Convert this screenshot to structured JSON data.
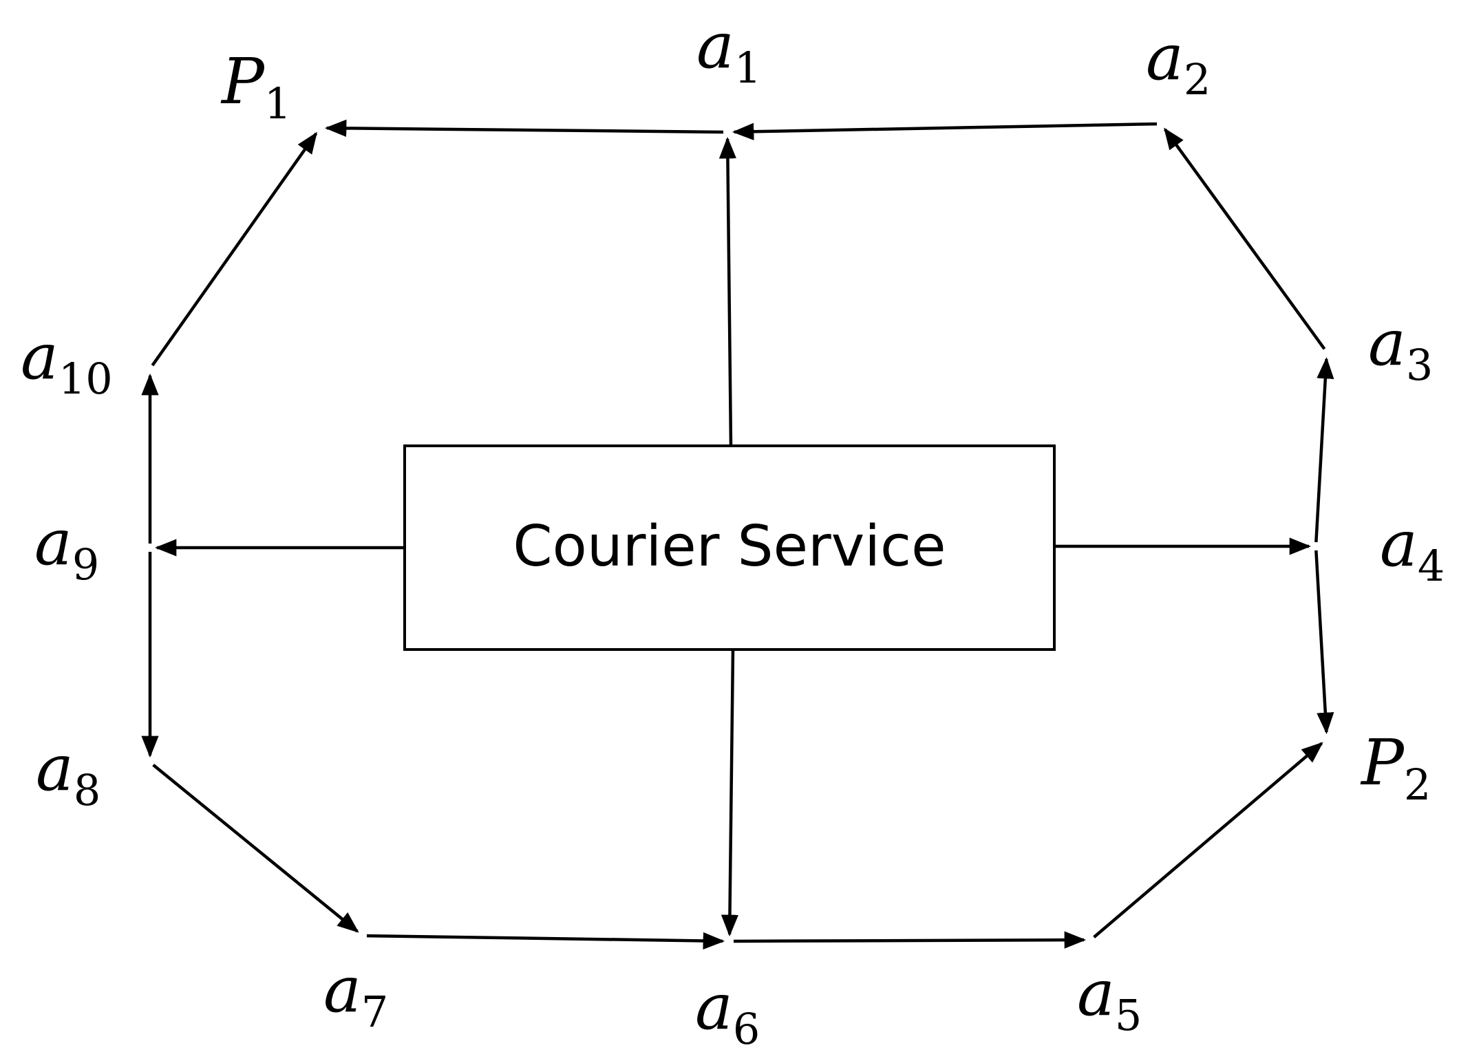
{
  "box": {
    "label": "Courier Service"
  },
  "nodes": [
    {
      "id": "P1",
      "main": "P",
      "sub": "1"
    },
    {
      "id": "a1",
      "main": "a",
      "sub": "1"
    },
    {
      "id": "a2",
      "main": "a",
      "sub": "2"
    },
    {
      "id": "a3",
      "main": "a",
      "sub": "3"
    },
    {
      "id": "a4",
      "main": "a",
      "sub": "4"
    },
    {
      "id": "P2",
      "main": "P",
      "sub": "2"
    },
    {
      "id": "a5",
      "main": "a",
      "sub": "5"
    },
    {
      "id": "a6",
      "main": "a",
      "sub": "6"
    },
    {
      "id": "a7",
      "main": "a",
      "sub": "7"
    },
    {
      "id": "a8",
      "main": "a",
      "sub": "8"
    },
    {
      "id": "a9",
      "main": "a",
      "sub": "9"
    },
    {
      "id": "a10",
      "main": "a",
      "sub": "10"
    }
  ],
  "edges": [
    {
      "from": "a1",
      "to": "P1"
    },
    {
      "from": "a2",
      "to": "a1"
    },
    {
      "from": "a3",
      "to": "a2"
    },
    {
      "from": "a4",
      "to": "a3"
    },
    {
      "from": "a4",
      "to": "P2"
    },
    {
      "from": "a5",
      "to": "P2"
    },
    {
      "from": "a6",
      "to": "a5"
    },
    {
      "from": "a7",
      "to": "a6"
    },
    {
      "from": "a8",
      "to": "a7"
    },
    {
      "from": "a9",
      "to": "a8"
    },
    {
      "from": "a9",
      "to": "a10"
    },
    {
      "from": "a10",
      "to": "P1"
    },
    {
      "from": "Courier Service",
      "to": "a1"
    },
    {
      "from": "Courier Service",
      "to": "a4"
    },
    {
      "from": "Courier Service",
      "to": "a6"
    },
    {
      "from": "Courier Service",
      "to": "a9"
    }
  ]
}
